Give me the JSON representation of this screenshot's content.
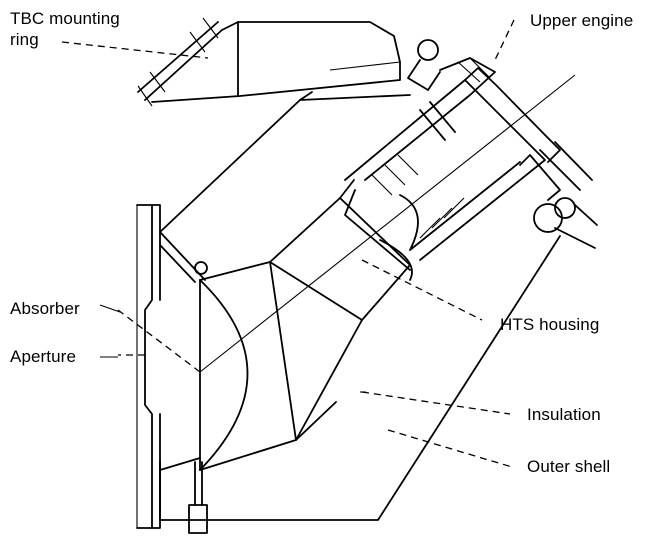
{
  "labels": {
    "tbc_mounting_ring_line1": "TBC mounting",
    "tbc_mounting_ring_line2": "ring",
    "upper_engine": "Upper engine",
    "hts_housing": "HTS housing",
    "absorber": "Absorber",
    "aperture": "Aperture",
    "insulation": "Insulation",
    "outer_shell": "Outer shell"
  }
}
